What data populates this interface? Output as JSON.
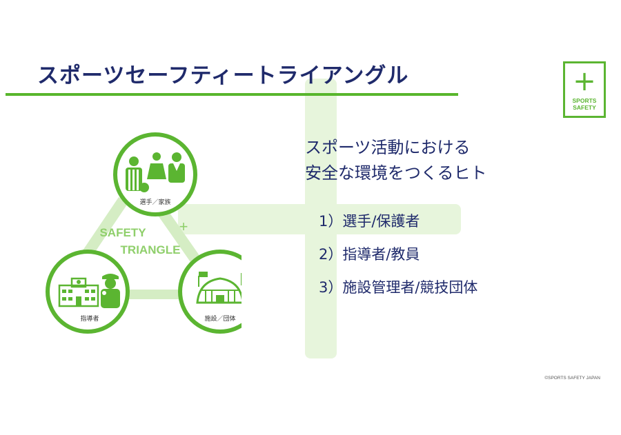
{
  "title": "スポーツセーフティートライアングル",
  "logo": {
    "symbol": "+",
    "line1": "SPORTS",
    "line2": "SAFETY"
  },
  "diagram": {
    "center_line1": "SAFETY",
    "center_line2": "TRIANGLE",
    "center_plus": "+",
    "nodes": [
      {
        "label": "選手／家族",
        "icon": "athletes-family-icon"
      },
      {
        "label": "指導者",
        "icon": "school-coach-icon"
      },
      {
        "label": "施設／団体",
        "icon": "stadium-icon"
      }
    ]
  },
  "heading": {
    "line1": "スポーツ活動における",
    "line2": "安全な環境をつくるヒト"
  },
  "list": [
    "1）選手/保護者",
    "2）指導者/教員",
    "3）施設管理者/競技団体"
  ],
  "copyright": "©SPORTS SAFETY JAPAN",
  "colors": {
    "green": "#5bb531",
    "light_green": "#e7f5dc",
    "navy": "#1f2a6b"
  }
}
